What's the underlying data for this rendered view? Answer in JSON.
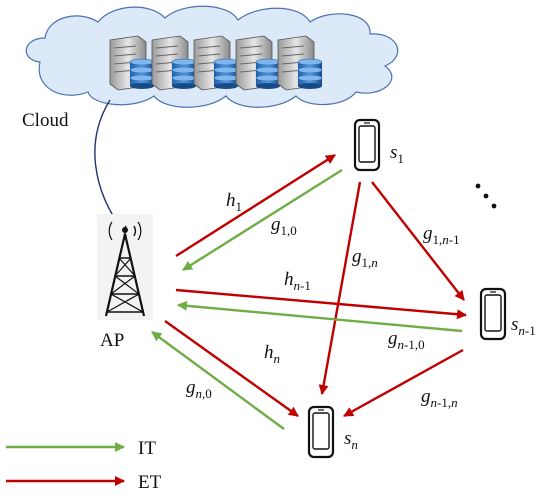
{
  "cloud_label": "Cloud",
  "ap_label": "AP",
  "nodes": {
    "s1": {
      "base": "s",
      "sub": "1"
    },
    "sn1": {
      "base": "s",
      "sub": "n",
      "subtail": "-1"
    },
    "sn": {
      "base": "s",
      "sub": "n"
    }
  },
  "edges": {
    "h1": {
      "base": "h",
      "sub": "1"
    },
    "g10": {
      "base": "g",
      "sub": "1,0"
    },
    "g1n": {
      "base": "g",
      "sub": "1,",
      "subtail": "n"
    },
    "g1n1": {
      "base": "g",
      "sub": "1,",
      "subtail": "n",
      "subtail2": "-1"
    },
    "hn1": {
      "base": "h",
      "sub": "n",
      "subtail": "-1"
    },
    "gn10": {
      "base": "g",
      "sub": "n",
      "subtail": "-1,0"
    },
    "hn": {
      "base": "h",
      "sub": "n"
    },
    "gn0": {
      "base": "g",
      "sub": "n",
      "subtail": ",0"
    },
    "gn1n": {
      "base": "g",
      "sub": "n",
      "subtail": "-1,",
      "subtail2": "n"
    }
  },
  "ellipsis": "…",
  "legend": {
    "it": {
      "label": "IT",
      "color": "#70ad47"
    },
    "et": {
      "label": "ET",
      "color": "#c00000"
    }
  },
  "colors": {
    "it": "#70ad47",
    "et": "#c00000",
    "cloud_fill": "#dce9f8",
    "cloud_stroke": "#4a72b0"
  },
  "icons": {
    "server": "server-icon",
    "tower": "antenna-tower-icon",
    "phone": "smartphone-icon"
  }
}
